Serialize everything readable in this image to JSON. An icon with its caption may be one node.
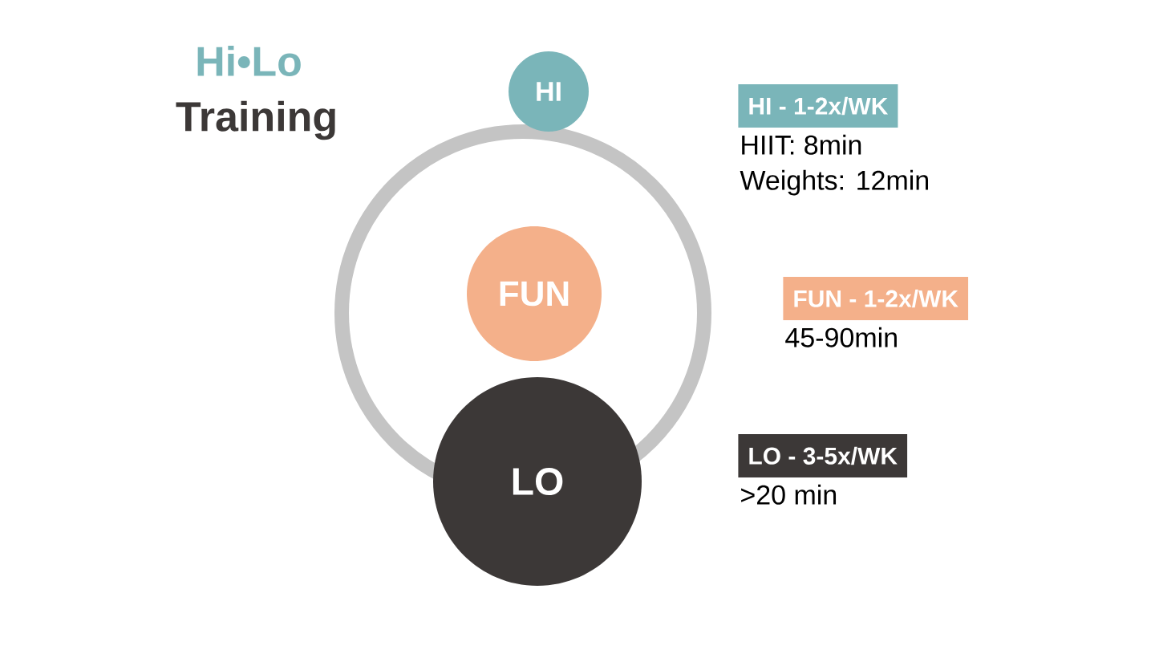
{
  "diagram": {
    "title": "Hi•Lo",
    "nodes": [
      {
        "text": [
          "HI"
        ]
      },
      {
        "text": [
          "FUN"
        ]
      },
      {
        "text": [
          "LO"
        ]
      },
      {
        "text": [
          "HI - 1-2x/WK"
        ],
        "beside": [
          "HIIT: 8min",
          "Weights: 12min"
        ]
      },
      {
        "text": [
          "FUN - 1-2x/WK"
        ],
        "beside": [
          "45-90min"
        ]
      },
      {
        "text": [
          "LO - 3-5x/WK"
        ],
        "beside": [
          ">20 min"
        ]
      }
    ],
    "labels": [
      "Training"
    ]
  }
}
